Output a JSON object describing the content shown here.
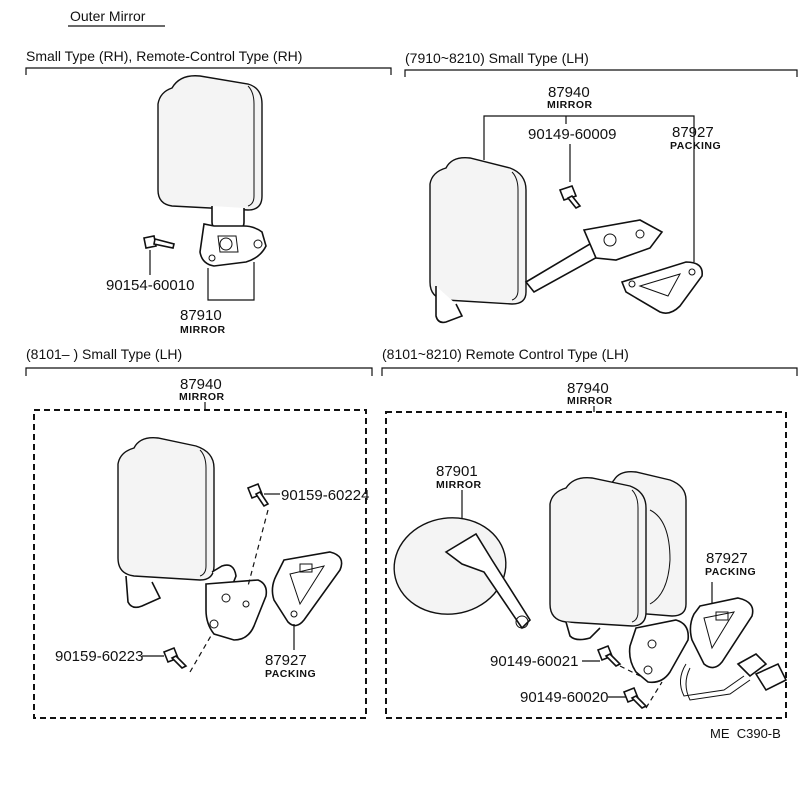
{
  "title": "Outer Mirror",
  "sections": {
    "top_left": "Small Type (RH), Remote-Control Type (RH)",
    "top_right": "(7910~8210) Small Type (LH)",
    "bottom_left": "(8101–        ) Small Type (LH)",
    "bottom_right": "(8101~8210) Remote Control Type (LH)"
  },
  "parts": {
    "tl_bolt": "90154-60010",
    "tl_mirror_no": "87910",
    "tl_mirror_desc": "MIRROR",
    "tr_mirror_no": "87940",
    "tr_mirror_desc": "MIRROR",
    "tr_bolt": "90149-60009",
    "tr_packing_no": "87927",
    "tr_packing_desc": "PACKING",
    "bl_mirror_no": "87940",
    "bl_mirror_desc": "MIRROR",
    "bl_bolt_top": "90159-60224",
    "bl_bolt_bottom": "90159-60223",
    "bl_packing_no": "87927",
    "bl_packing_desc": "PACKING",
    "br_mirror_no": "87940",
    "br_mirror_desc": "MIRROR",
    "br_sub_mirror_no": "87901",
    "br_sub_mirror_desc": "MIRROR",
    "br_packing_no": "87927",
    "br_packing_desc": "PACKING",
    "br_bolt_top": "90149-60021",
    "br_bolt_bottom": "90149-60020"
  },
  "reference": "ME  C390-B"
}
